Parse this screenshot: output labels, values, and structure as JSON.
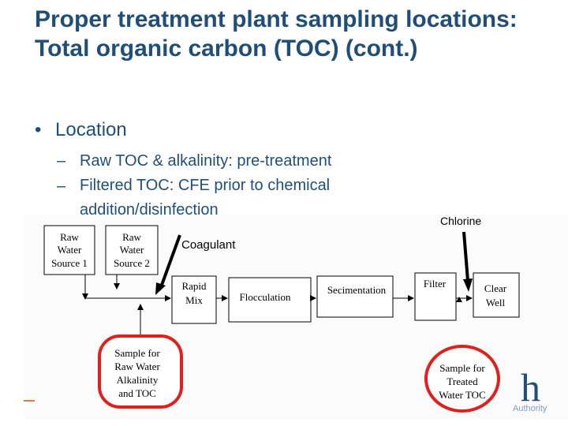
{
  "slide": {
    "title": "Proper treatment plant sampling locations: Total organic carbon (TOC) (cont.)",
    "bullet": "Location",
    "subbullets": [
      "Raw TOC & alkalinity: pre-treatment",
      "Filtered TOC: CFE prior to chemical addition/disinfection"
    ],
    "dash": "–",
    "dot": "•"
  },
  "diagram": {
    "boxes": {
      "raw1": [
        "Raw",
        "Water",
        "Source 1"
      ],
      "raw2": [
        "Raw",
        "Water",
        "Source 2"
      ],
      "rapid": [
        "Rapid",
        "Mix"
      ],
      "floc": "Flocculation",
      "sed": "Secimentation",
      "filter": "Filter",
      "clear": [
        "Clear",
        "Well"
      ],
      "raw_sample": [
        "Sample for",
        "Raw Water",
        "Alkalinity",
        "and TOC"
      ],
      "treated_sample": [
        "Sample for",
        "Treated",
        "Water TOC"
      ]
    },
    "labels": {
      "coagulant": "Coagulant",
      "chlorine": "Chlorine"
    }
  },
  "logo": {
    "letter": "h",
    "text": "Authority"
  },
  "colors": {
    "title": "#1f4e79",
    "highlight": "#e0201c",
    "arrow": "#000000"
  }
}
